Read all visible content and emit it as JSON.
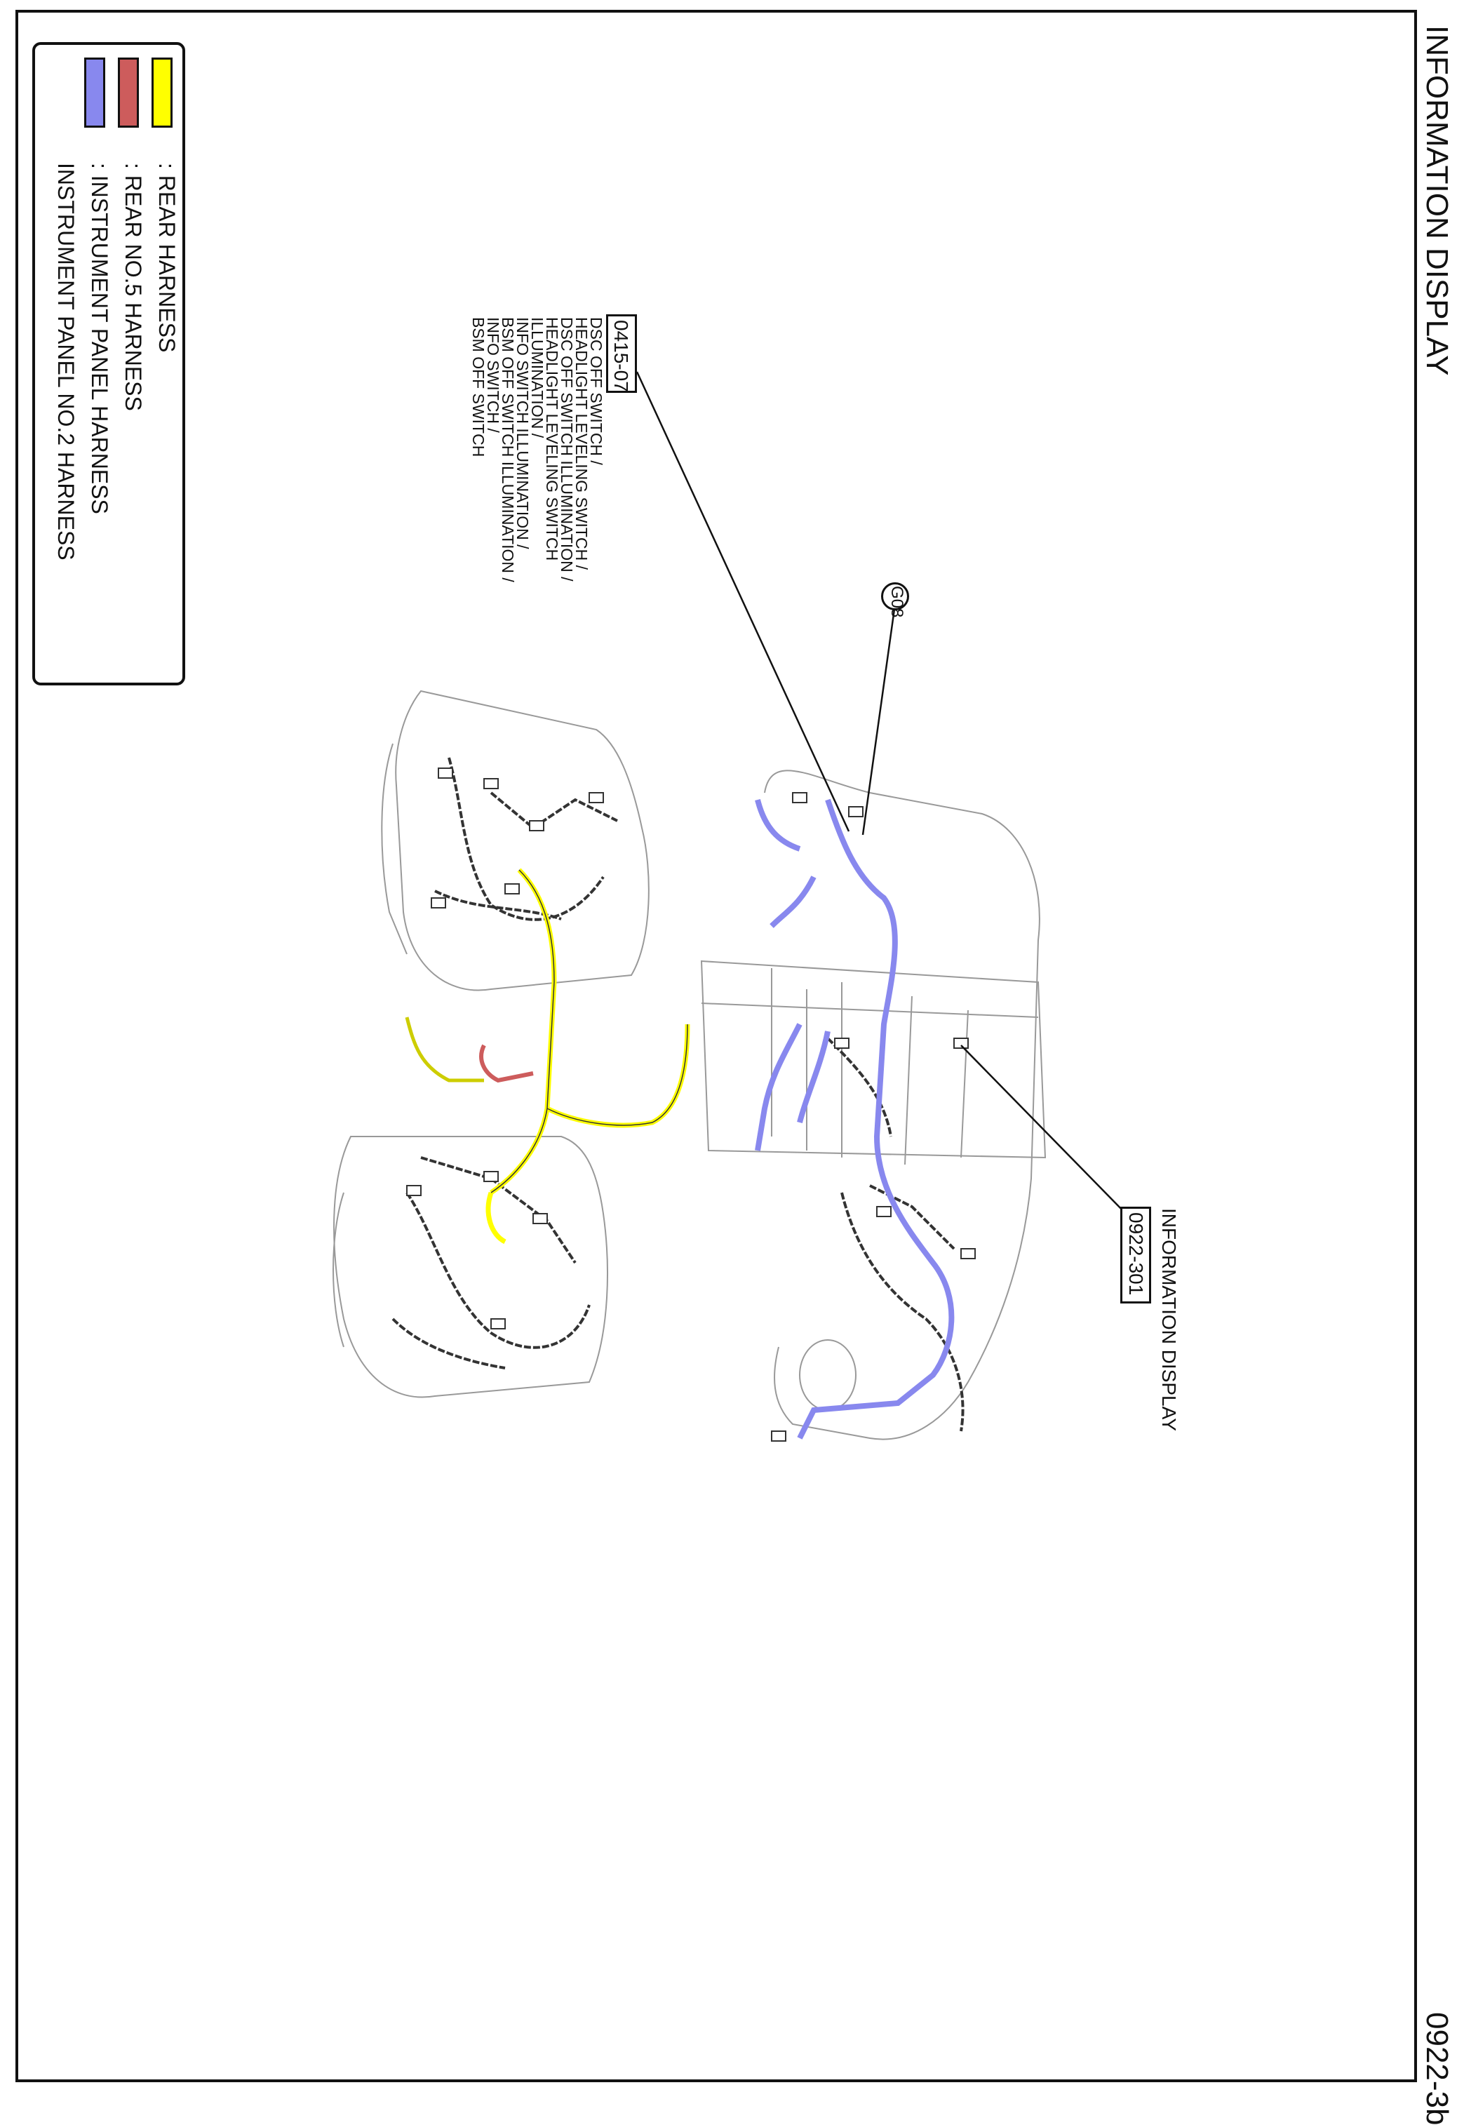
{
  "header": {
    "title": "INFORMATION DISPLAY",
    "page_number": "0922-3b"
  },
  "legend": {
    "items": [
      {
        "label": ": REAR HARNESS",
        "color": "#ffff00"
      },
      {
        "label": ": REAR NO.5 HARNESS",
        "color": "#cd5c5c"
      },
      {
        "label": ": INSTRUMENT PANEL HARNESS",
        "color": "#8888ee"
      },
      {
        "label": "INSTRUMENT PANEL NO.2 HARNESS",
        "color": "#8888ee"
      }
    ]
  },
  "callouts": {
    "switch_connector": {
      "code": "0415-07",
      "lines": [
        "DSC OFF SWITCH /",
        "HEADLIGHT LEVELING SWITCH /",
        "DSC OFF SWITCH ILLUMINATION /",
        "HEADLIGHT LEVELING SWITCH",
        "ILLUMINATION /",
        "INFO SWITCH ILLUMINATION /",
        "BSM OFF SWITCH ILLUMINATION /",
        "INFO SWITCH /",
        "BSM OFF SWITCH"
      ]
    },
    "ground": {
      "code": "G08"
    },
    "info_display": {
      "code": "0922-301",
      "name": "INFORMATION DISPLAY"
    }
  },
  "colors": {
    "rear_harness": "#ffff00",
    "rear_no5_harness": "#cd5c5c",
    "instrument_panel_harness": "#8888ee",
    "other_wiring": "#333333",
    "outline": "#999999"
  }
}
